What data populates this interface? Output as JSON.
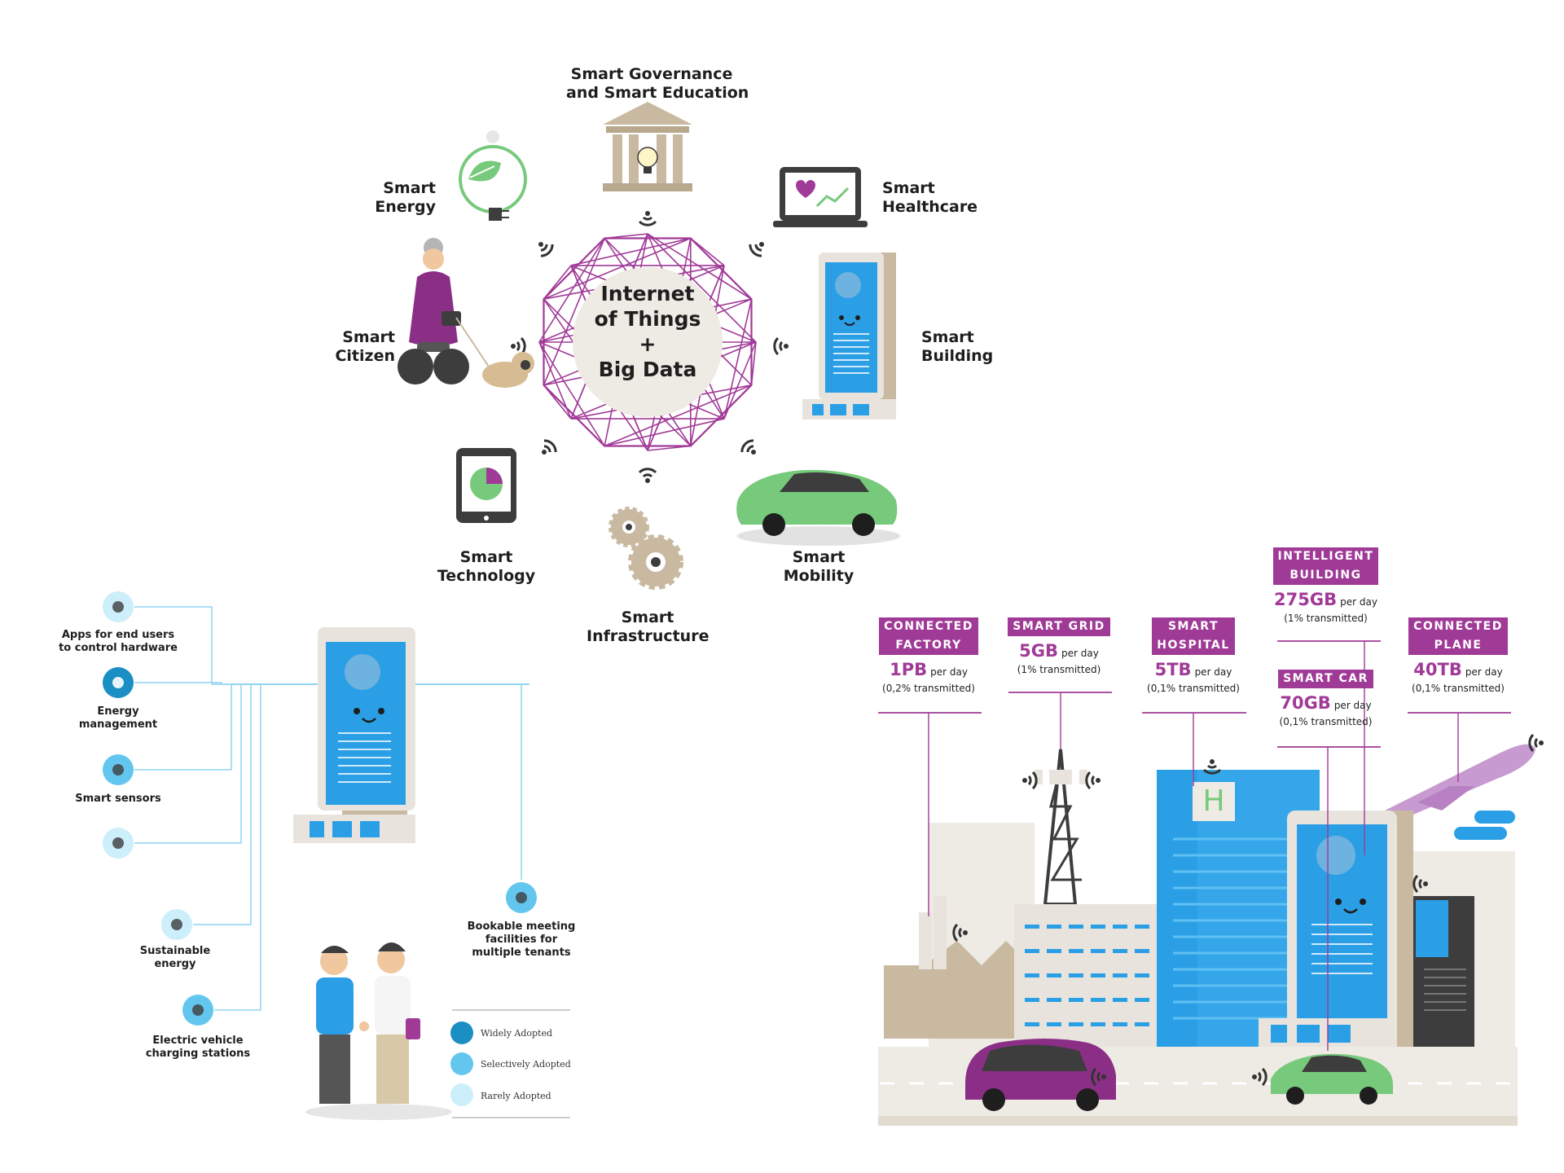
{
  "colors": {
    "purple": "#a03a97",
    "blue": "#2b9fe6",
    "light_blue": "#5fc4f0",
    "tan": "#c8b9a0",
    "green": "#77c97b",
    "dark": "#3d3d3d"
  },
  "hub": {
    "center": {
      "line1": "Internet",
      "line2": "of Things",
      "line3": "+",
      "line4": "Big Data"
    },
    "nodes": [
      {
        "id": "governance",
        "line1": "Smart Governance",
        "line2": "and Smart Education",
        "icon": "government-building-icon"
      },
      {
        "id": "healthcare",
        "line1": "Smart",
        "line2": "Healthcare",
        "icon": "laptop-heart-icon"
      },
      {
        "id": "building",
        "line1": "Smart",
        "line2": "Building",
        "icon": "smart-building-icon"
      },
      {
        "id": "mobility",
        "line1": "Smart",
        "line2": "Mobility",
        "icon": "car-icon"
      },
      {
        "id": "infrastructure",
        "line1": "Smart",
        "line2": "Infrastructure",
        "icon": "gears-icon"
      },
      {
        "id": "technology",
        "line1": "Smart",
        "line2": "Technology",
        "icon": "tablet-chart-icon"
      },
      {
        "id": "citizen",
        "line1": "Smart",
        "line2": "Citizen",
        "icon": "citizen-segway-dog-icon"
      },
      {
        "id": "energy",
        "line1": "Smart",
        "line2": "Energy",
        "icon": "leaf-plug-icon"
      }
    ]
  },
  "building_features": {
    "items": [
      {
        "line1": "Apps for end users",
        "line2": "to control hardware",
        "icon": "wifi-icon",
        "level": "rarely"
      },
      {
        "line1": "Energy",
        "line2": "management",
        "icon": "energy-graph-icon",
        "level": "widely"
      },
      {
        "line1": "Smart sensors",
        "line2": "",
        "icon": "lightbulb-icon",
        "level": "selectively"
      },
      {
        "line1": "",
        "line2": "",
        "icon": "sensor-eye-icon",
        "level": "rarely"
      },
      {
        "line1": "Sustainable",
        "line2": "energy",
        "icon": "wind-turbine-icon",
        "level": "rarely"
      },
      {
        "line1": "Electric vehicle",
        "line2": "charging stations",
        "icon": "lightning-icon",
        "level": "selectively"
      },
      {
        "line1": "Bookable meeting",
        "line2": "facilities for",
        "line3": "multiple tenants",
        "icon": "calendar-icon",
        "level": "selectively"
      }
    ],
    "legend": [
      {
        "label": "Widely Adopted",
        "color": "#1b8ec4"
      },
      {
        "label": "Selectively Adopted",
        "color": "#63c6ee"
      },
      {
        "label": "Rarely Adopted",
        "color": "#cdeefb"
      }
    ]
  },
  "data_volumes": [
    {
      "line1": "CONNECTED",
      "line2": "FACTORY",
      "amount": "1PB",
      "per": "per day",
      "note": "(0,2% transmitted)"
    },
    {
      "line1": "SMART GRID",
      "line2": "",
      "amount": "5GB",
      "per": "per day",
      "note": "(1% transmitted)"
    },
    {
      "line1": "SMART",
      "line2": "HOSPITAL",
      "amount": "5TB",
      "per": "per day",
      "note": "(0,1% transmitted)"
    },
    {
      "line1": "INTELLIGENT",
      "line2": "BUILDING",
      "amount": "275GB",
      "per": "per day",
      "note": "(1% transmitted)"
    },
    {
      "line1": "SMART CAR",
      "line2": "",
      "amount": "70GB",
      "per": "per day",
      "note": "(0,1% transmitted)"
    },
    {
      "line1": "CONNECTED",
      "line2": "PLANE",
      "amount": "40TB",
      "per": "per day",
      "note": "(0,1% transmitted)"
    }
  ],
  "city_sign": "H"
}
